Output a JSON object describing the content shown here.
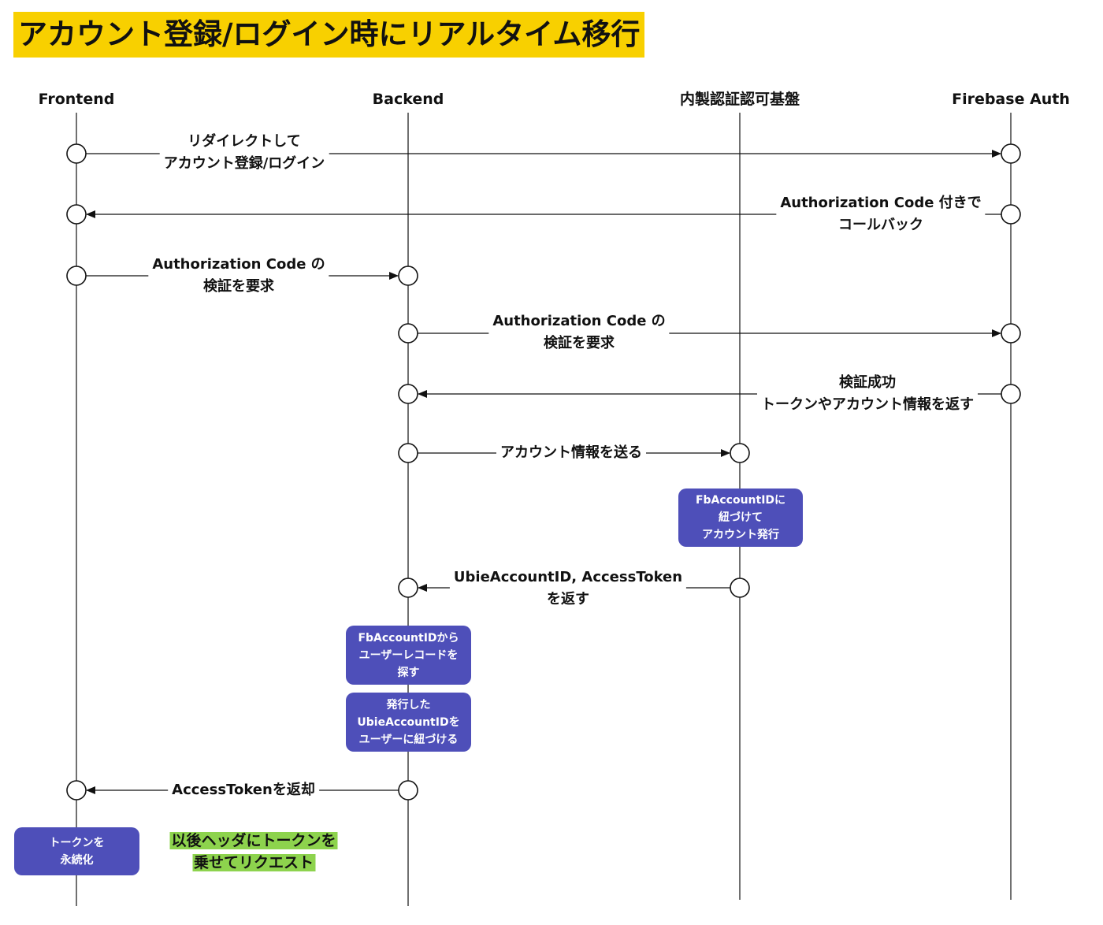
{
  "title": "アカウント登録/ログイン時にリアルタイム移行",
  "actors": [
    "Frontend",
    "Backend",
    "内製認証認可基盤",
    "Firebase Auth"
  ],
  "messages": [
    {
      "from": 0,
      "to": 3,
      "lines": [
        "リダイレクトして",
        "アカウント登録/ログイン"
      ]
    },
    {
      "from": 3,
      "to": 0,
      "lines": [
        "Authorization Code 付きで",
        "コールバック"
      ]
    },
    {
      "from": 0,
      "to": 1,
      "lines": [
        "Authorization Code の",
        "検証を要求"
      ]
    },
    {
      "from": 1,
      "to": 3,
      "lines": [
        "Authorization Code の",
        "検証を要求"
      ]
    },
    {
      "from": 3,
      "to": 1,
      "lines": [
        "検証成功",
        "トークンやアカウント情報を返す"
      ]
    },
    {
      "from": 1,
      "to": 2,
      "lines": [
        "アカウント情報を送る"
      ]
    },
    {
      "from": 2,
      "to": 1,
      "lines": [
        "UbieAccountID, AccessToken",
        "を返す"
      ]
    },
    {
      "from": 1,
      "to": 0,
      "lines": [
        "AccessTokenを返却"
      ]
    }
  ],
  "process_boxes": [
    {
      "lines": [
        "FbAccountIDに",
        "紐づけて",
        "アカウント発行"
      ]
    },
    {
      "lines": [
        "FbAccountIDから",
        "ユーザーレコードを",
        "探す"
      ]
    },
    {
      "lines": [
        "発行した",
        "UbieAccountIDを",
        "ユーザーに紐づける"
      ]
    },
    {
      "lines": [
        "トークンを",
        "永続化"
      ]
    }
  ],
  "note": {
    "lines": [
      "以後ヘッダにトークンを",
      "乗せてリクエスト"
    ]
  },
  "colors": {
    "title_bg": "#f8d000",
    "process_box": "#4e4fb9",
    "note_bg": "#8dd34d",
    "line": "#111111"
  }
}
